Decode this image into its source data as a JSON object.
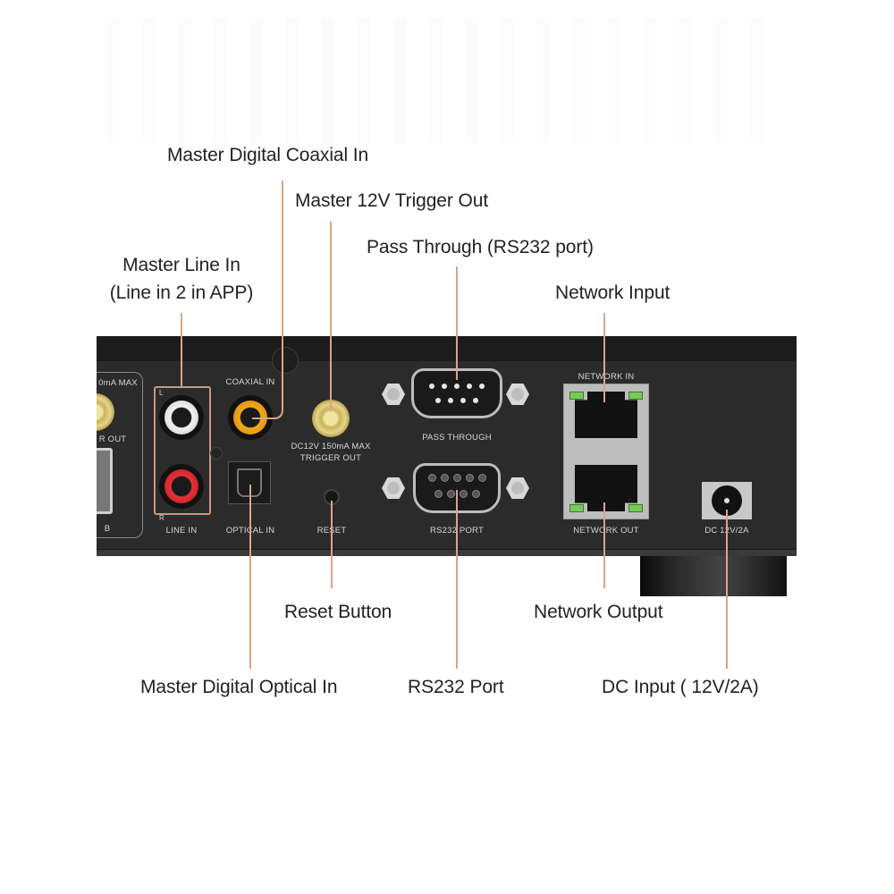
{
  "diagram": {
    "type": "rear-panel-connector-callouts",
    "accent_line_color": "#d9a48b",
    "callouts": {
      "master_digital_coaxial_in": "Master Digital Coaxial In",
      "master_12v_trigger_out": "Master 12V Trigger Out",
      "pass_through": "Pass Through (RS232 port)",
      "master_line_in_1": "Master Line In",
      "master_line_in_2": "(Line in 2 in APP)",
      "network_input": "Network Input",
      "reset_button": "Reset Button",
      "network_output": "Network Output",
      "master_digital_optical_in": "Master Digital Optical In",
      "rs232_port": "RS232 Port",
      "dc_input": "DC Input ( 12V/2A)"
    },
    "panel_labels": {
      "trigger_partial_top": "0mA MAX",
      "trigger_partial_bottom": "R OUT",
      "usb_partial": "B",
      "line_in_l": "L",
      "line_in_r": "R",
      "line_in": "LINE IN",
      "coaxial_in": "COAXIAL IN",
      "optical_in": "OPTICAL IN",
      "trigger_spec": "DC12V 150mA MAX",
      "trigger_out": "TRIGGER OUT",
      "reset": "RESET",
      "pass_through": "PASS THROUGH",
      "rs232_port": "RS232 PORT",
      "network_in": "NETWORK IN",
      "network_out": "NETWORK OUT",
      "dc": "DC 12V/2A"
    }
  }
}
